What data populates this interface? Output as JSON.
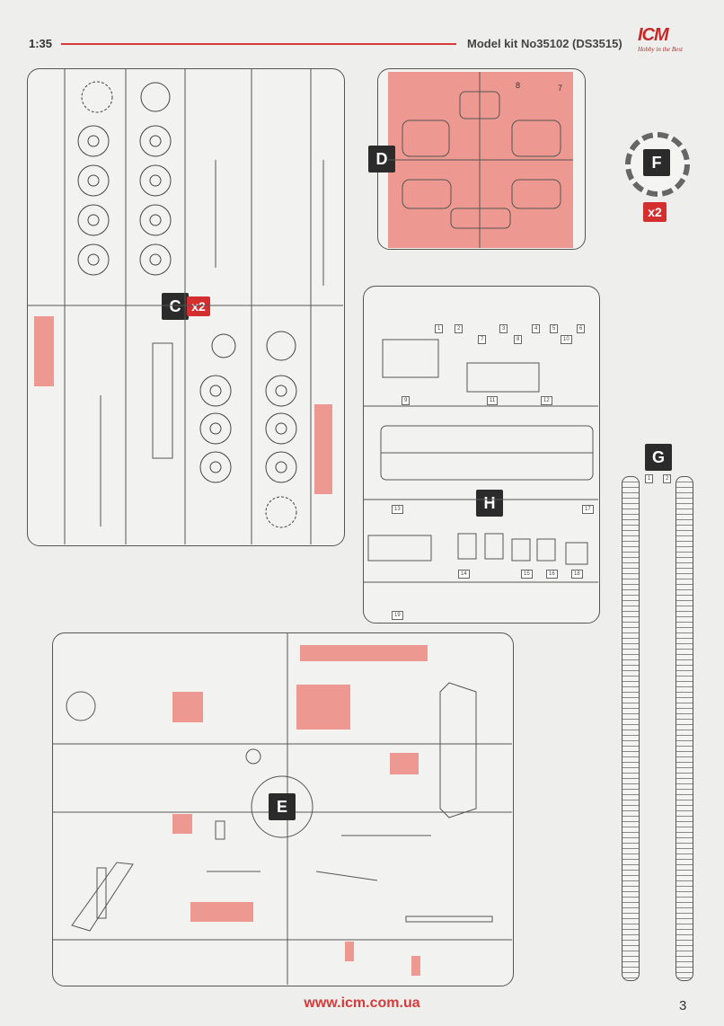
{
  "header": {
    "scale": "1:35",
    "kit_number": "Model kit No35102 (DS3515)",
    "brand": "ICM",
    "brand_tagline": "Hobby in the Best"
  },
  "sprues": {
    "c": {
      "label": "C",
      "multiplier": "x2"
    },
    "d": {
      "label": "D",
      "numbers": [
        "8",
        "7"
      ]
    },
    "f": {
      "label": "F",
      "multiplier": "x2"
    },
    "g": {
      "label": "G",
      "numbers": [
        "1",
        "2"
      ]
    },
    "h": {
      "label": "H",
      "numbers": [
        "1",
        "2",
        "3",
        "4",
        "5",
        "6",
        "7",
        "8",
        "9",
        "10",
        "11",
        "12",
        "13",
        "14",
        "15",
        "16",
        "17",
        "18",
        "19"
      ]
    },
    "e": {
      "label": "E"
    }
  },
  "footer": {
    "url": "www.icm.com.ua",
    "page_number": "3"
  },
  "colors": {
    "accent_red": "#d63a3a",
    "highlight_pink": "#ec8a80",
    "badge_dark": "#2b2b2b"
  }
}
